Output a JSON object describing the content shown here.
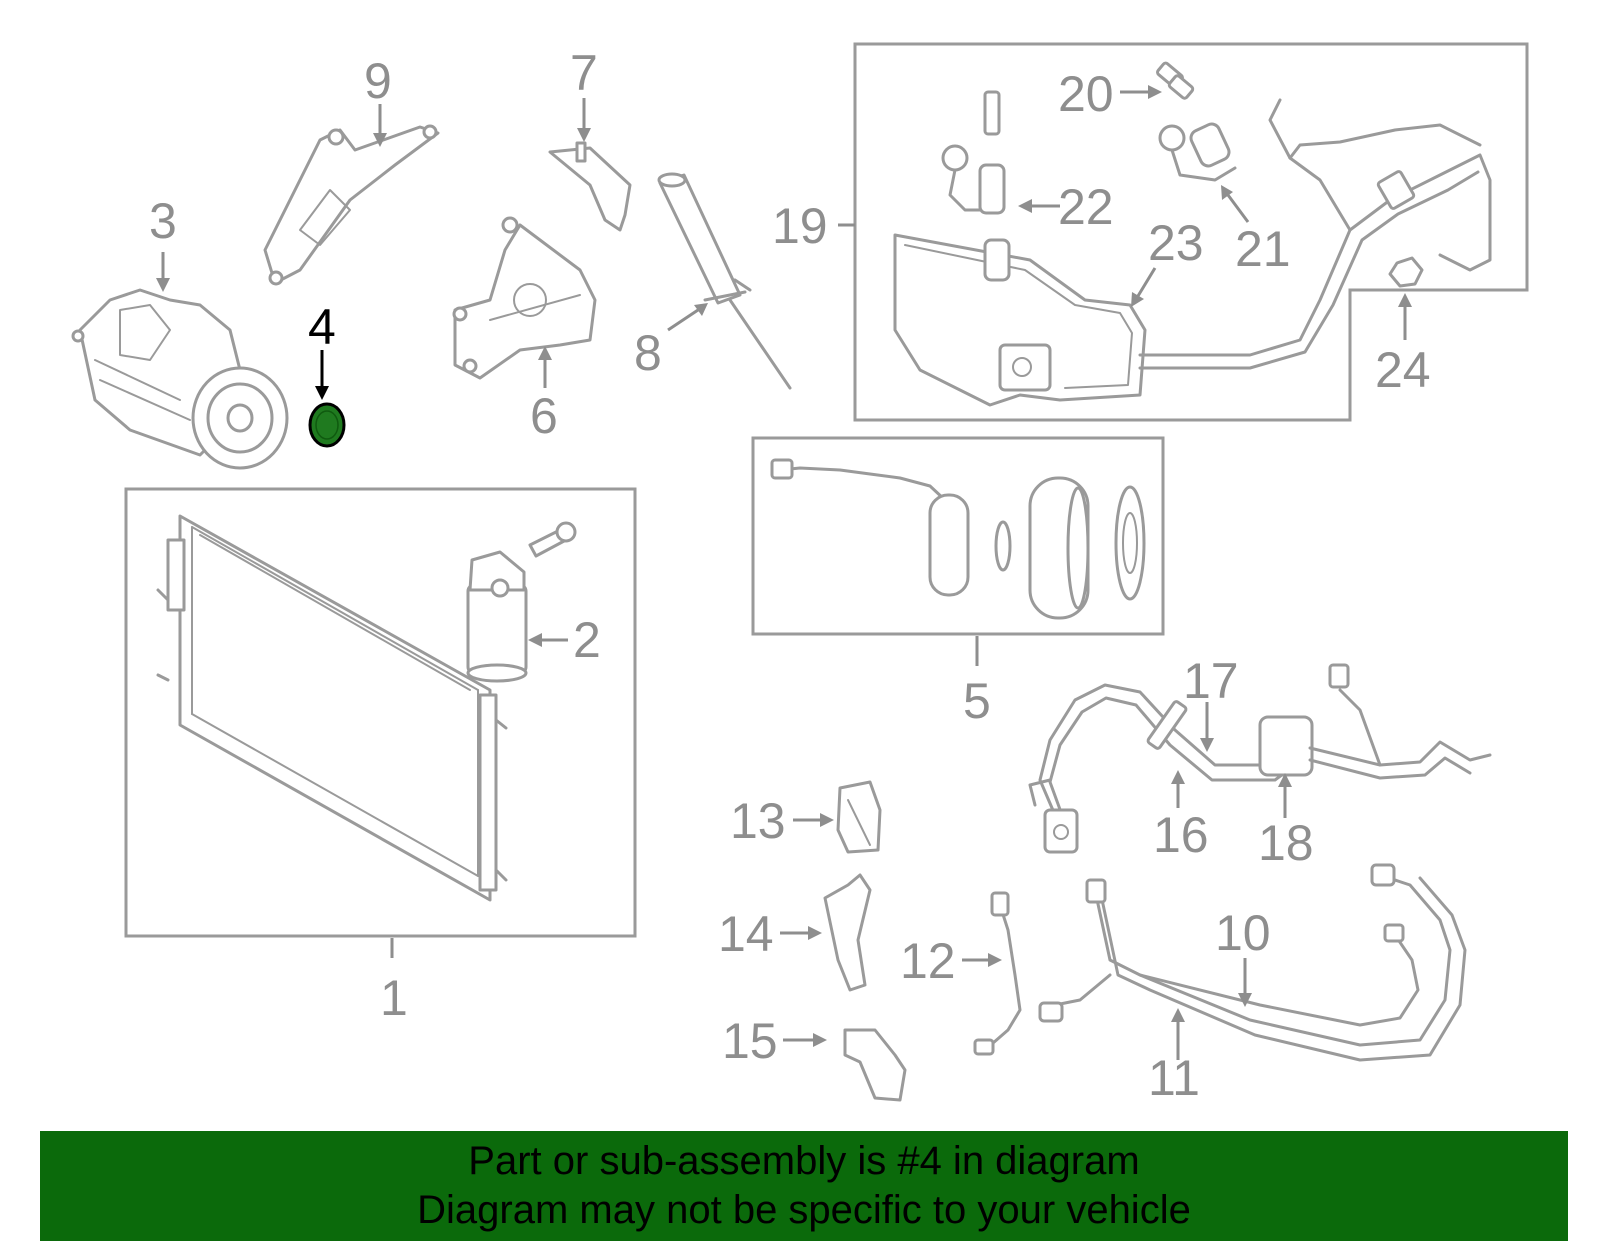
{
  "colors": {
    "highlight_fill": "#1f7a1f",
    "banner_background": "#0b6a0b",
    "part_stroke": "#9a9a9a",
    "callout_text": "#8e8e8e"
  },
  "highlighted_part": "4",
  "callouts": {
    "c1": "1",
    "c2": "2",
    "c3": "3",
    "c4": "4",
    "c5": "5",
    "c6": "6",
    "c7": "7",
    "c8": "8",
    "c9": "9",
    "c10": "10",
    "c11": "11",
    "c12": "12",
    "c13": "13",
    "c14": "14",
    "c15": "15",
    "c16": "16",
    "c17": "17",
    "c18": "18",
    "c19": "19",
    "c20": "20",
    "c21": "21",
    "c22": "22",
    "c23": "23",
    "c24": "24"
  },
  "banner": {
    "line1": "Part or sub-assembly is #4 in diagram",
    "line2": "Diagram may not be specific to your vehicle"
  }
}
